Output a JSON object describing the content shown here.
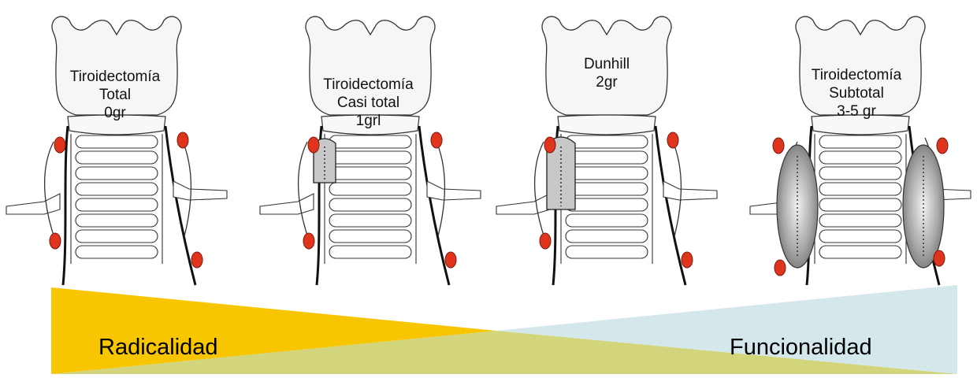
{
  "panels": [
    {
      "id": "total",
      "lines": [
        "Tiroidectomía",
        "Total",
        "0gr"
      ]
    },
    {
      "id": "casi-total",
      "lines": [
        "Tiroidectomía",
        "Casi total",
        "1grl"
      ]
    },
    {
      "id": "dunhill",
      "lines": [
        "Dunhill",
        "2gr"
      ]
    },
    {
      "id": "subtotal",
      "lines": [
        "Tiroidectomía",
        "Subtotal",
        "3-5 gr"
      ]
    }
  ],
  "gradient": {
    "left_label": "Radicalidad",
    "right_label": "Funcionalidad",
    "left_color": "#f7c600",
    "right_color": "#d4e8ec",
    "overlap_color": "#d3d57c"
  },
  "colors": {
    "parathyroid": "#e0341c",
    "remnant_fill": "#c8c8c8",
    "outline": "#333333"
  }
}
